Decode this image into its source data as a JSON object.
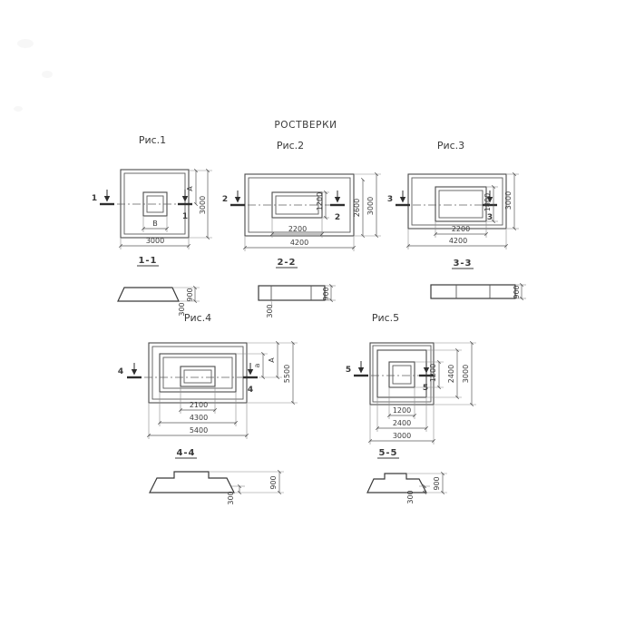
{
  "title": "РОСТВЕРКИ",
  "fig1": {
    "label": "Рис.1",
    "mark": "1",
    "dim_r1": "A",
    "dim_r2": "3000",
    "dim_b1": "B",
    "dim_b2": "3000",
    "section": {
      "label": "1-1",
      "dim_total": "900",
      "dim_step": "300"
    }
  },
  "fig2": {
    "label": "Рис.2",
    "mark": "2",
    "dim_r1": "1200",
    "dim_r2": "2600",
    "dim_r3": "3000",
    "dim_b1": "2200",
    "dim_b2": "4200",
    "section": {
      "label": "2-2",
      "dim_total": "900",
      "dim_step": "300"
    }
  },
  "fig3": {
    "label": "Рис.3",
    "mark": "3",
    "dim_r1": "1800",
    "dim_r2": "3000",
    "dim_b1": "2200",
    "dim_b2": "4200",
    "section": {
      "label": "3-3",
      "dim_total": "900"
    }
  },
  "fig4": {
    "label": "Рис.4",
    "mark": "4",
    "dim_r1": "a",
    "dim_r2": "A",
    "dim_r3": "5500",
    "dim_b1": "2100",
    "dim_b2": "4300",
    "dim_b3": "5400",
    "section": {
      "label": "4-4",
      "dim_total": "900",
      "dim_step": "300"
    }
  },
  "fig5": {
    "label": "Рис.5",
    "mark": "5",
    "dim_r1": "1200",
    "dim_r2": "2400",
    "dim_r3": "3000",
    "dim_b1": "1200",
    "dim_b2": "2400",
    "dim_b3": "3000",
    "section": {
      "label": "5-5",
      "dim_total": "900",
      "dim_step": "300"
    }
  }
}
